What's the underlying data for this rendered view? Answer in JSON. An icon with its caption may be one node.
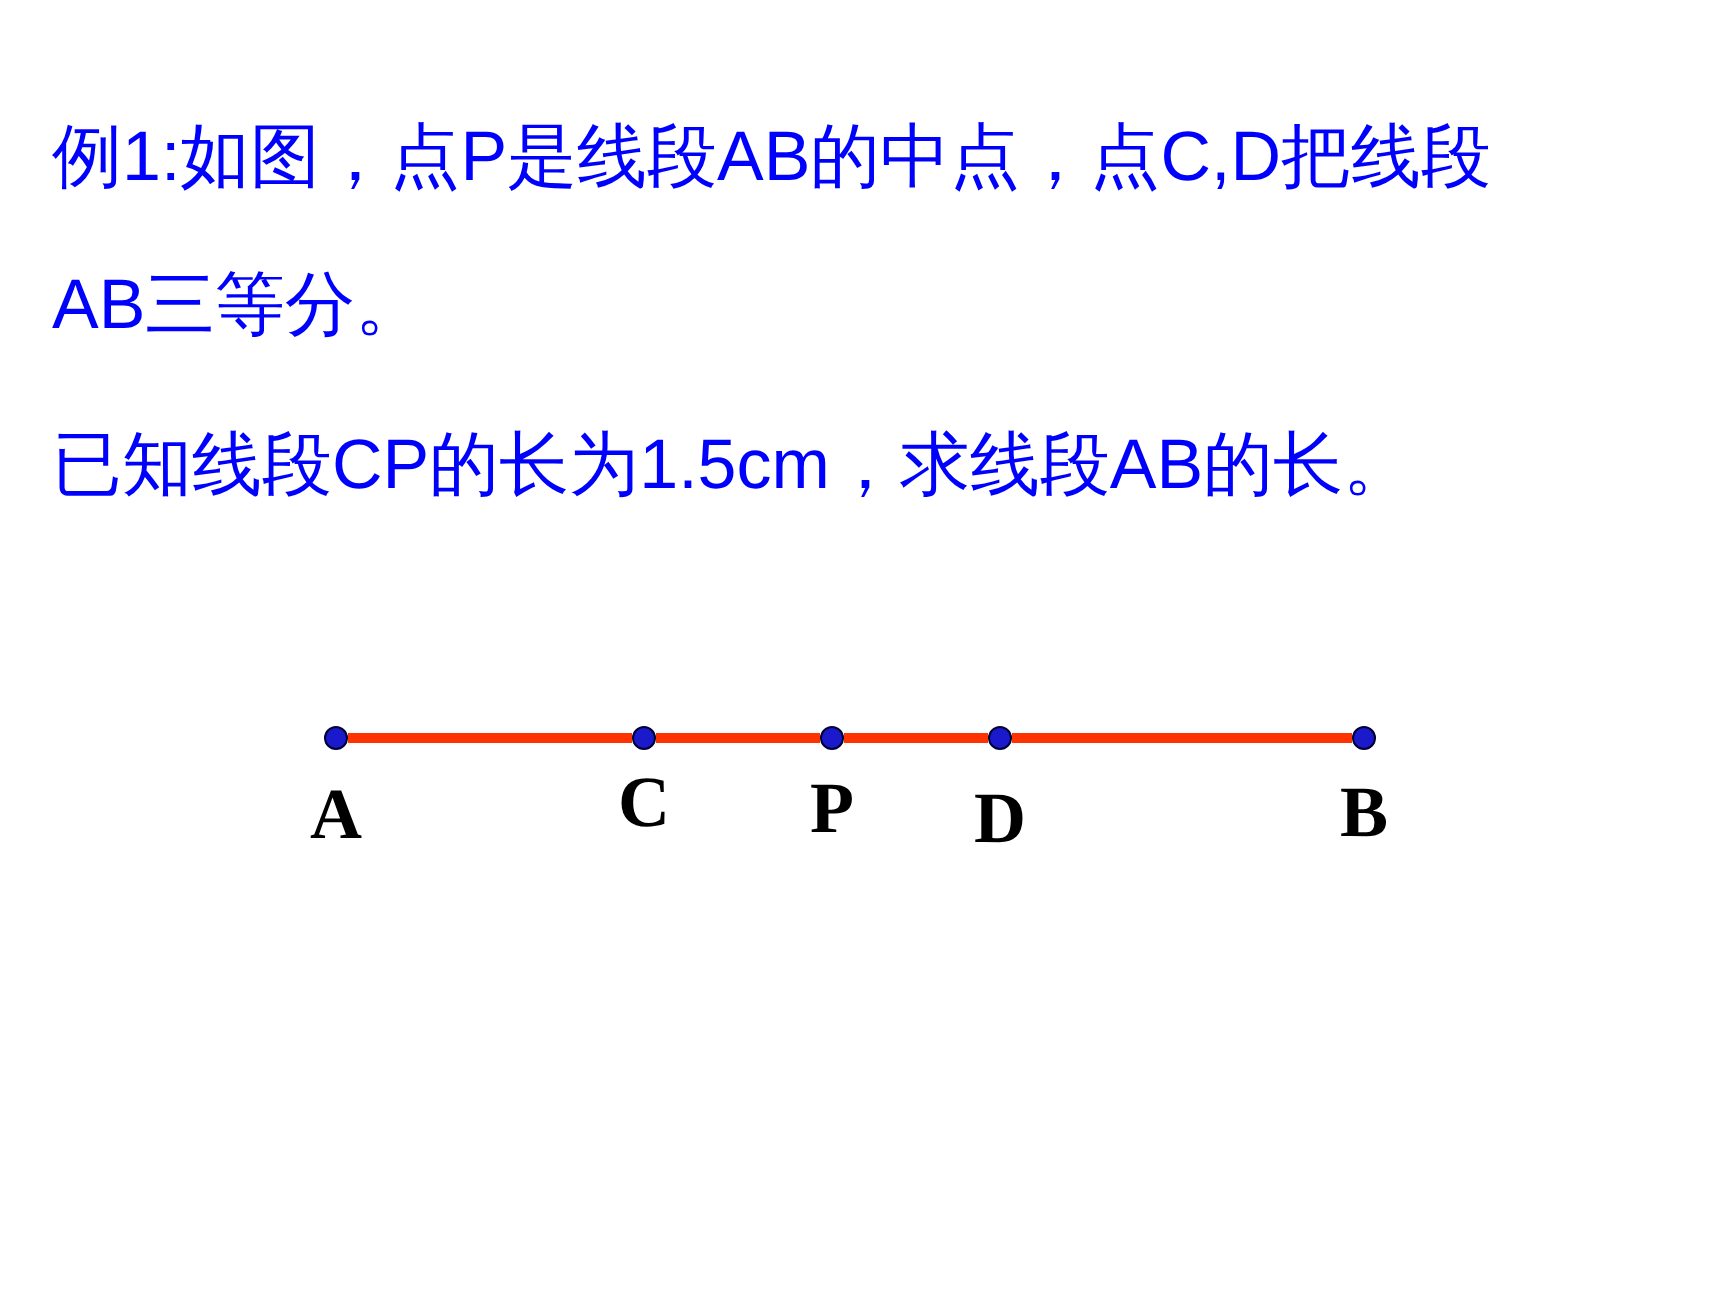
{
  "diagram": {
    "nodes": [
      {
        "text": [],
        "shape": "circle",
        "beside": [
          "A"
        ]
      },
      {
        "text": [],
        "shape": "circle",
        "beside": [
          "C"
        ]
      },
      {
        "text": [],
        "shape": "circle",
        "beside": [
          "P"
        ]
      },
      {
        "text": [],
        "shape": "circle",
        "beside": [
          "D"
        ]
      },
      {
        "text": [],
        "shape": "circle",
        "beside": [
          "B"
        ]
      }
    ],
    "edges": [
      {
        "from": 0,
        "to": 1,
        "arrow": "none"
      },
      {
        "from": 1,
        "to": 2,
        "arrow": "none"
      },
      {
        "from": 2,
        "to": 3,
        "arrow": "none"
      },
      {
        "from": 3,
        "to": 4,
        "arrow": "none"
      }
    ],
    "labels": [
      "例1:如图，点P是线段AB的中点，点C,D把线段AB三等分。",
      "已知线段CP的长为1.5cm，求线段AB的长。"
    ]
  }
}
